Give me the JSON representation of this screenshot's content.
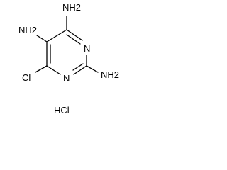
{
  "molecule": {
    "atoms": {
      "amine_top": "NH2",
      "amine_left": "NH2",
      "ring_n_right": "N",
      "ring_n_bottom": "N",
      "chloro": "Cl",
      "amine_right": "NH2"
    },
    "salt": "HCl"
  },
  "colors": {
    "ink": "#000000",
    "background": "#ffffff"
  }
}
